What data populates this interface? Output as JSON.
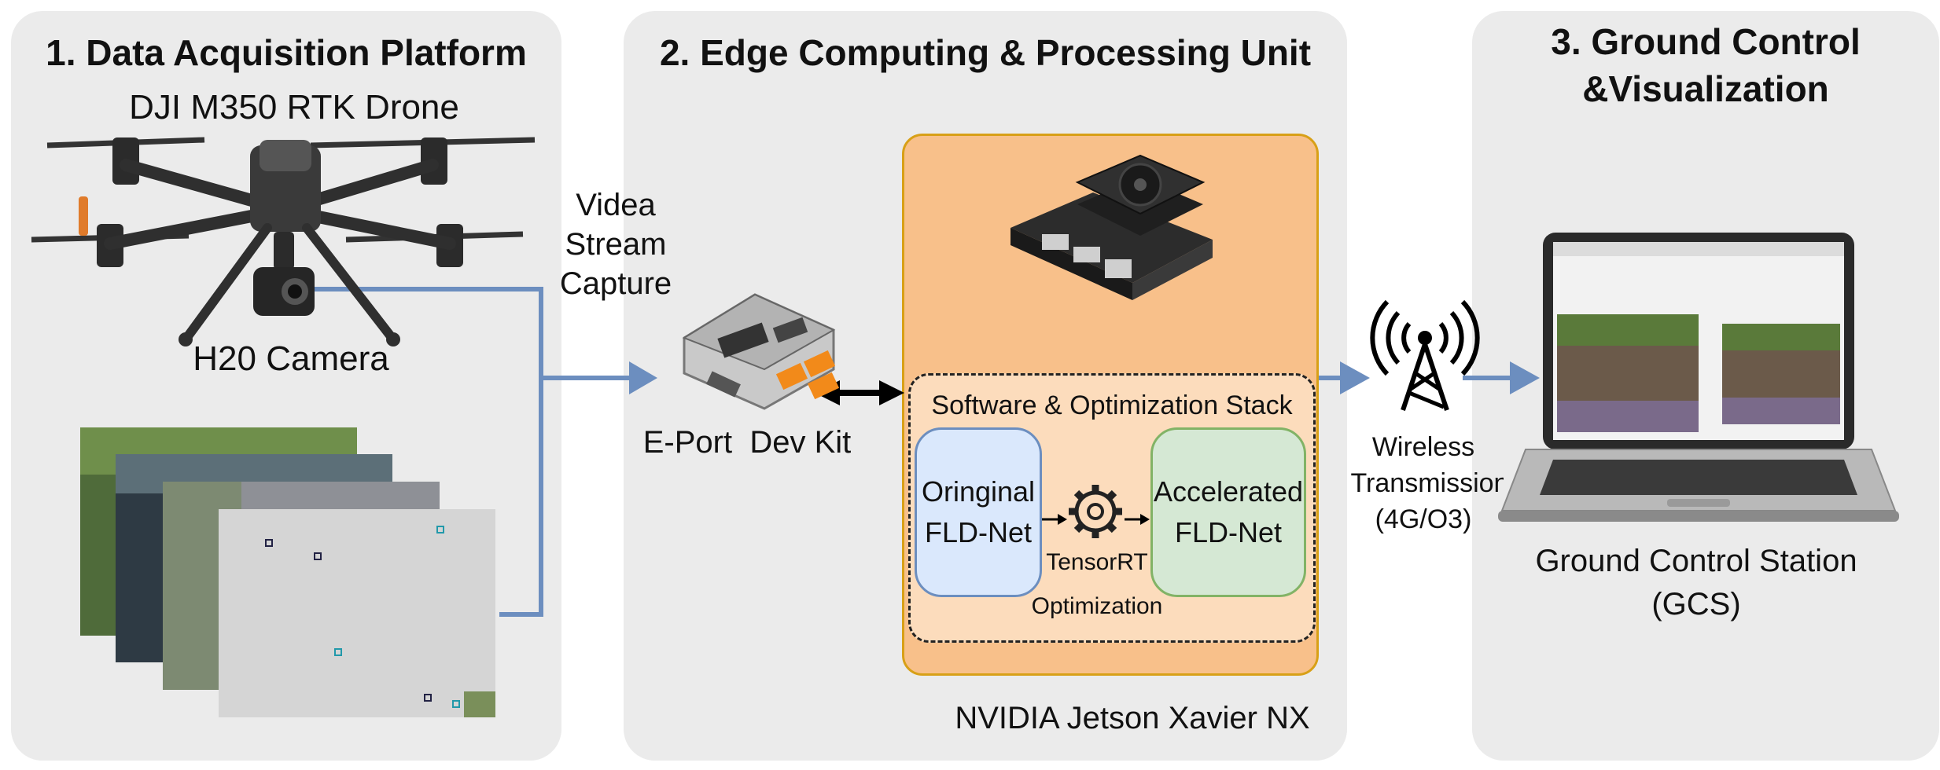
{
  "sections": {
    "acquisition": {
      "title": "1. Data Acquisition Platform",
      "drone_label": "DJI M350 RTK Drone",
      "camera_label": "H20 Camera"
    },
    "edge": {
      "title": "2. Edge Computing & Processing Unit",
      "capture_label": [
        "Videa",
        "Stream",
        "Capture"
      ],
      "devkit_label": "E-Port  Dev Kit",
      "stack_title": "Software & Optimization Stack",
      "original_model": [
        "Oringinal",
        "FLD-Net"
      ],
      "accelerated_model": [
        "Accelerated",
        "FLD-Net"
      ],
      "optimizer": [
        "TensorRT",
        "Optimization"
      ],
      "hardware_label": "NVIDIA Jetson Xavier NX"
    },
    "ground": {
      "title": [
        "3. Ground Control",
        "&Visualization"
      ],
      "wireless_label": [
        "Wireless",
        "Transmission",
        "(4G/O3)"
      ],
      "gcs_label": [
        "Ground Control Station",
        "(GCS)"
      ]
    }
  },
  "colors": {
    "panel_bg": "#ebebeb",
    "connector_blue": "#6c8ebf",
    "jetson_fill": "#f8c08a",
    "jetson_border": "#d8a017",
    "stack_fill": "#fcdcbc",
    "original_fill": "#dae8fc",
    "original_border": "#6c8ebf",
    "accelerated_fill": "#d5e8d4",
    "accelerated_border": "#82b366"
  },
  "icons": [
    "drone-icon",
    "aerial-image-stack-icon",
    "devkit-board-icon",
    "jetson-module-icon",
    "gear-icon",
    "radio-tower-icon",
    "laptop-icon"
  ]
}
